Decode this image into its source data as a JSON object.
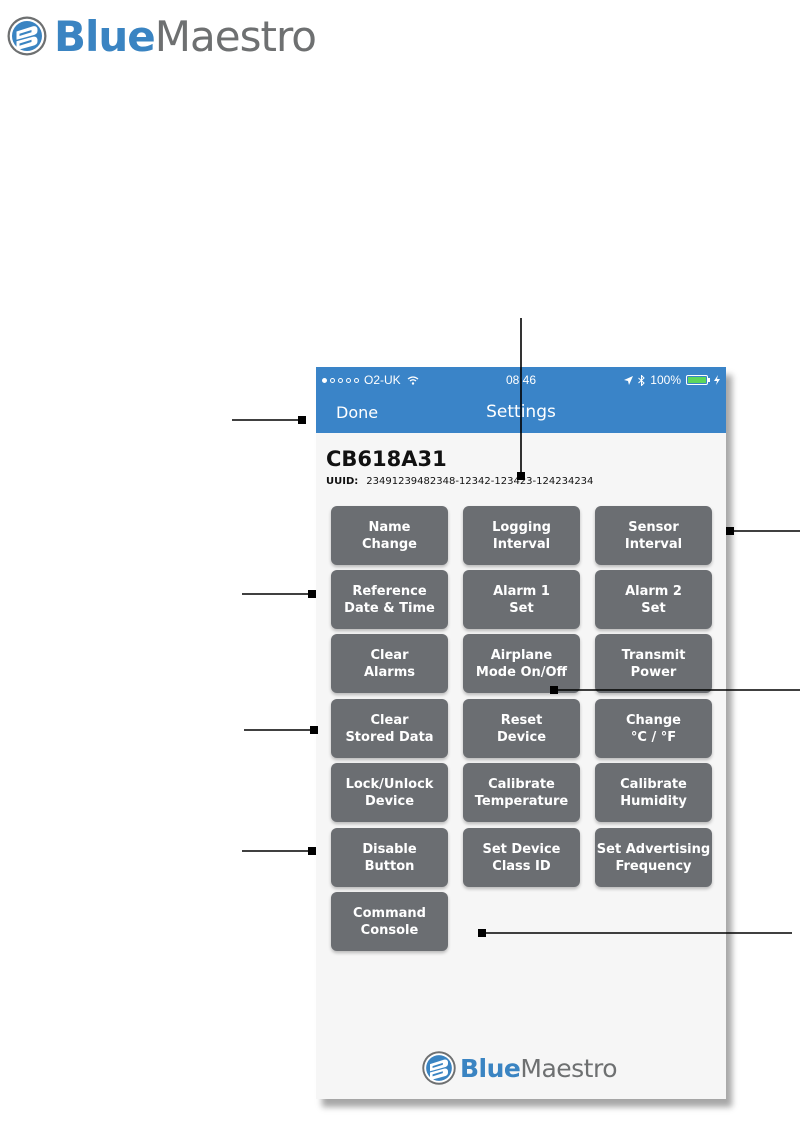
{
  "brand": {
    "blue_part": "Blue",
    "gray_part": "Maestro",
    "blue_color": "#3a84c2",
    "gray_color": "#6e7071",
    "icon": "bluemaestro-logo-icon"
  },
  "status_bar": {
    "carrier": "O2-UK",
    "time": "08:46",
    "battery": "100%",
    "battery_level": 1.0,
    "icons": [
      "wifi-icon",
      "location-arrow-icon",
      "bluetooth-icon",
      "battery-icon",
      "charging-bolt-icon"
    ]
  },
  "nav": {
    "done_label": "Done",
    "title": "Settings",
    "background": "#3a84c8"
  },
  "device": {
    "name": "CB618A31",
    "uuid_label": "UUID:",
    "uuid_value": "23491239482348-12342-123423-124234234"
  },
  "buttons": [
    [
      "Name\nChange",
      "Logging\nInterval",
      "Sensor\nInterval"
    ],
    [
      "Reference\nDate & Time",
      "Alarm 1\nSet",
      "Alarm 2\nSet"
    ],
    [
      "Clear\nAlarms",
      "Airplane\nMode On/Off",
      "Transmit\nPower"
    ],
    [
      "Clear\nStored Data",
      "Reset\nDevice",
      "Change\n°C / °F"
    ],
    [
      "Lock/Unlock\nDevice",
      "Calibrate\nTemperature",
      "Calibrate\nHumidity"
    ],
    [
      "Disable\nButton",
      "Set Device\nClass ID",
      "Set Advertising\nFrequency"
    ],
    [
      "Command\nConsole"
    ]
  ],
  "button_color": "#6b6e72"
}
